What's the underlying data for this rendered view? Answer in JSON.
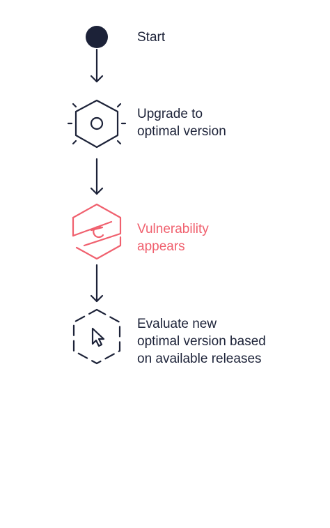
{
  "colors": {
    "ink": "#1c2238",
    "alert": "#f0606e"
  },
  "steps": [
    {
      "label": "Start",
      "icon": "start-dot-icon",
      "state": "normal"
    },
    {
      "label": "Upgrade to\noptimal version",
      "icon": "gear-hexagon-icon",
      "state": "normal"
    },
    {
      "label": "Vulnerability\nappears",
      "icon": "broken-hexagon-icon",
      "state": "alert"
    },
    {
      "label": "Evaluate new\noptimal version based\non available releases",
      "icon": "cursor-hexagon-icon",
      "state": "normal"
    }
  ]
}
